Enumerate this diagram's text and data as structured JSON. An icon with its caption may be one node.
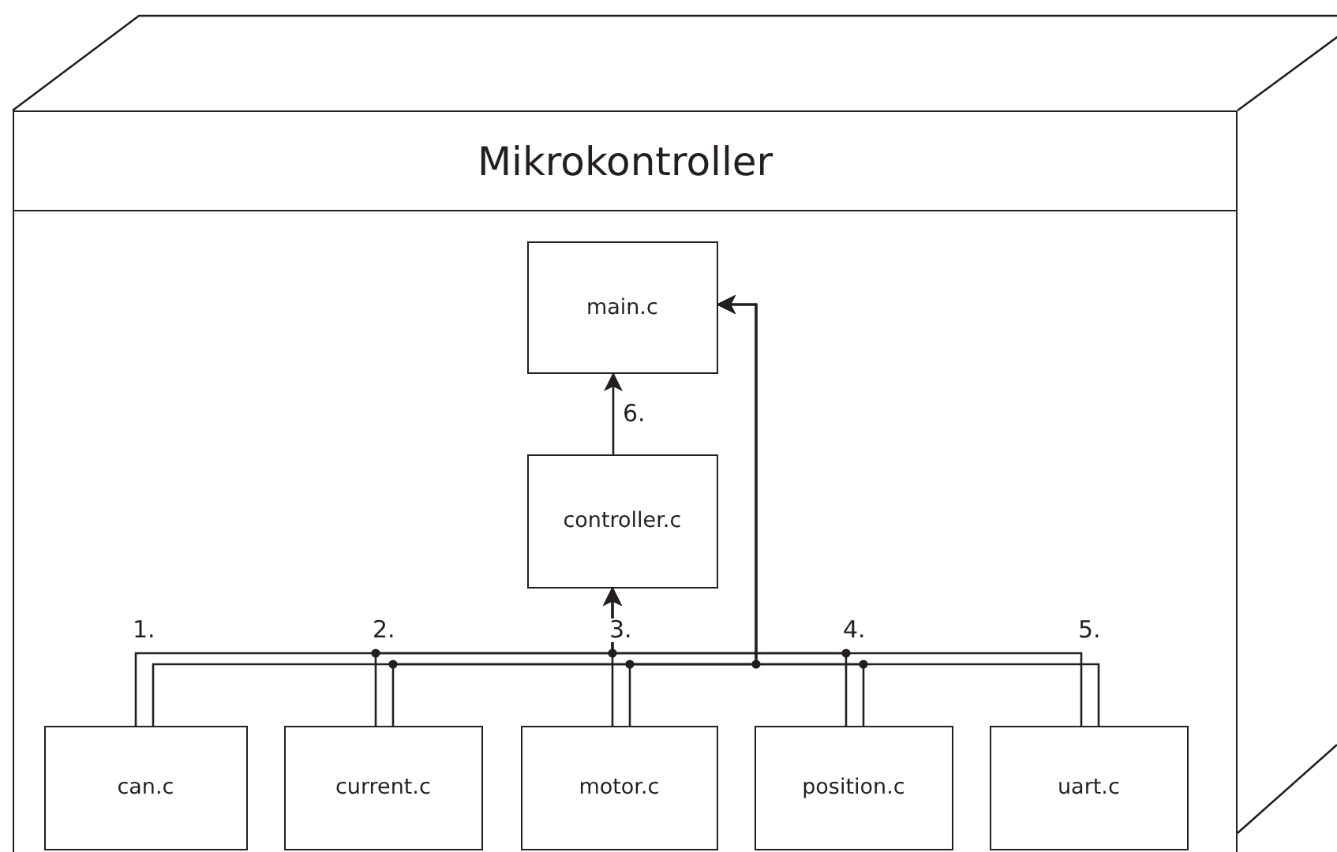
{
  "diagram": {
    "nodes": [
      {
        "text": [
          "Mikrokontroller"
        ]
      },
      {
        "text": [
          "main.c"
        ],
        "in": 0
      },
      {
        "text": [
          "controller.c"
        ],
        "in": 0
      },
      {
        "text": [
          "can.c"
        ],
        "in": 0
      },
      {
        "text": [
          "current.c"
        ],
        "in": 0
      },
      {
        "text": [
          "motor.c"
        ],
        "in": 0
      },
      {
        "text": [
          "position.c"
        ],
        "in": 0
      },
      {
        "text": [
          "uart.c"
        ],
        "in": 0
      }
    ],
    "edges": [
      {
        "from": 3,
        "to": 2,
        "arrow": "to",
        "label": "1."
      },
      {
        "from": 4,
        "to": 2,
        "arrow": "to",
        "label": "2."
      },
      {
        "from": 5,
        "to": 2,
        "arrow": "to",
        "label": "3."
      },
      {
        "from": 6,
        "to": 2,
        "arrow": "to",
        "label": "4."
      },
      {
        "from": 7,
        "to": 2,
        "arrow": "to",
        "label": "5."
      },
      {
        "from": 3,
        "to": 1,
        "arrow": "to"
      },
      {
        "from": 4,
        "to": 1,
        "arrow": "to"
      },
      {
        "from": 5,
        "to": 1,
        "arrow": "to"
      },
      {
        "from": 6,
        "to": 1,
        "arrow": "to"
      },
      {
        "from": 7,
        "to": 1,
        "arrow": "to"
      },
      {
        "from": 2,
        "to": 1,
        "arrow": "to",
        "label": "6."
      }
    ]
  }
}
